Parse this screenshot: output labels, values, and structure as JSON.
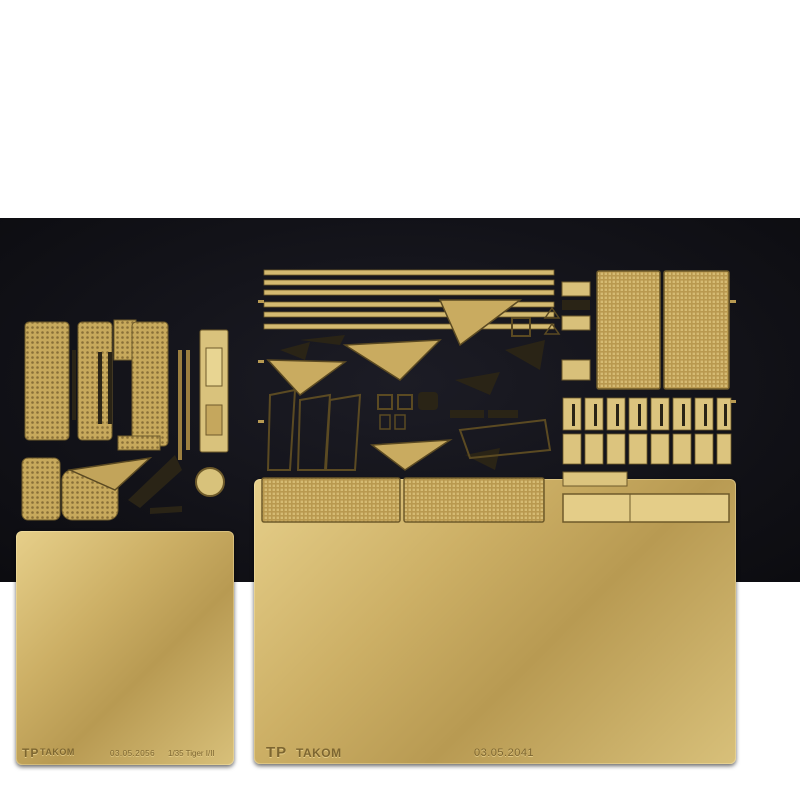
{
  "small_fret": {
    "logo_tp": "TP",
    "brand": "TAKOM",
    "code": "03.05.2056",
    "label": "1/35 Tiger I/II"
  },
  "large_fret": {
    "logo_tp": "TP",
    "brand": "TAKOM",
    "code": "03.05.2041"
  },
  "colors": {
    "background": "#121218",
    "brass": "#cdb066",
    "etched_line": "#6e5a2a"
  }
}
